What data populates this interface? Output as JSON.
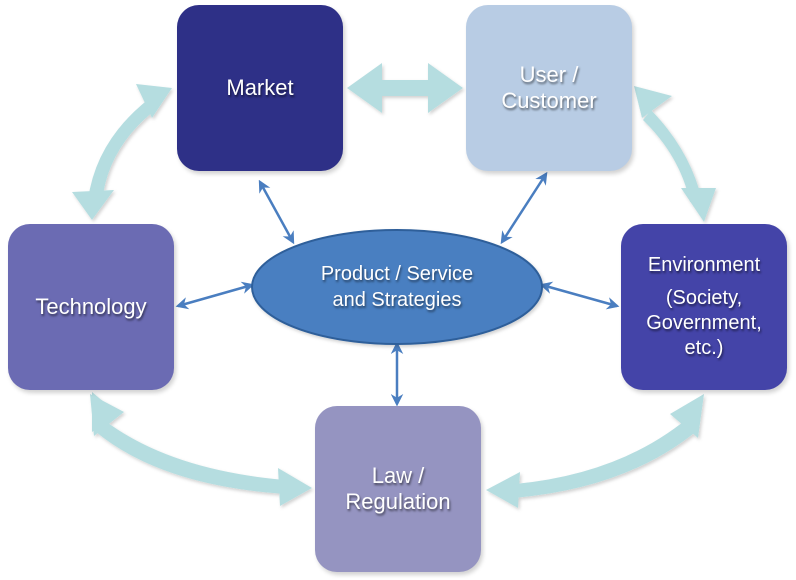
{
  "diagram": {
    "type": "relationship-cycle",
    "center": {
      "lines": [
        "Product / Service",
        "and Strategies"
      ],
      "color": "#4a7fc1"
    },
    "nodes": [
      {
        "id": "market",
        "lines": [
          "Market"
        ],
        "color": "#2e3087"
      },
      {
        "id": "user",
        "lines": [
          "User /",
          "Customer"
        ],
        "color": "#b8cce4"
      },
      {
        "id": "tech",
        "lines": [
          "Technology"
        ],
        "color": "#6b6bb3"
      },
      {
        "id": "env",
        "lines": [
          "Environment"
        ],
        "sub_lines": [
          "(Society,",
          "Government,",
          "etc.)"
        ],
        "color": "#4444a8"
      },
      {
        "id": "law",
        "lines": [
          "Law /",
          "Regulation"
        ],
        "color": "#9594c1"
      }
    ],
    "outer_arrows": [
      {
        "from": "market",
        "to": "user",
        "style": "bidirectional"
      },
      {
        "from": "user",
        "to": "env",
        "style": "bidirectional"
      },
      {
        "from": "env",
        "to": "law",
        "style": "bidirectional"
      },
      {
        "from": "law",
        "to": "tech",
        "style": "bidirectional"
      },
      {
        "from": "tech",
        "to": "market",
        "style": "bidirectional"
      }
    ],
    "inner_arrows": [
      {
        "from": "center",
        "to": "market",
        "style": "bidirectional"
      },
      {
        "from": "center",
        "to": "user",
        "style": "bidirectional"
      },
      {
        "from": "center",
        "to": "tech",
        "style": "bidirectional"
      },
      {
        "from": "center",
        "to": "env",
        "style": "bidirectional"
      },
      {
        "from": "center",
        "to": "law",
        "style": "bidirectional"
      }
    ],
    "colors": {
      "outer_arrow": "#b5dde0",
      "inner_arrow": "#4a7ec0",
      "ellipse_stroke": "#2f5f9a"
    }
  }
}
